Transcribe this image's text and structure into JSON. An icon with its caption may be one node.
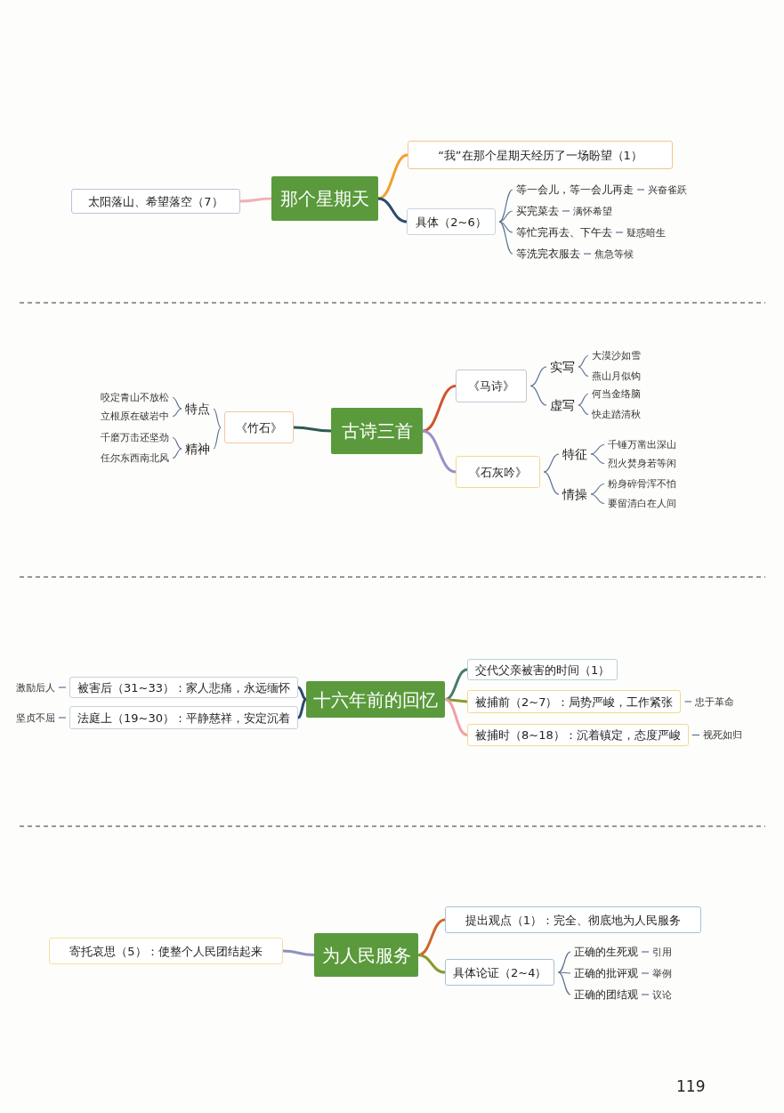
{
  "diagram": {
    "nodes": [
      {
        "text": [
          "那个星期天"
        ]
      },
      {
        "text": [
          "“我”在那个星期天经历了一场盼望（1）"
        ]
      },
      {
        "text": [
          "太阳落山、希望落空（7）"
        ]
      },
      {
        "text": [
          "具体（2~6）"
        ]
      },
      {
        "text": [
          "等一会儿，等一会儿再走"
        ]
      },
      {
        "text": [
          "兴奋雀跃"
        ]
      },
      {
        "text": [
          "买完菜去"
        ]
      },
      {
        "text": [
          "满怀希望"
        ]
      },
      {
        "text": [
          "等忙完再去、下午去"
        ]
      },
      {
        "text": [
          "疑惑暗生"
        ]
      },
      {
        "text": [
          "等洗完衣服去"
        ]
      },
      {
        "text": [
          "焦急等候"
        ]
      },
      {
        "text": [
          "古诗三首"
        ]
      },
      {
        "text": [
          "《马诗》"
        ]
      },
      {
        "text": [
          "实写"
        ]
      },
      {
        "text": [
          "大漠沙如雪"
        ]
      },
      {
        "text": [
          "燕山月似钩"
        ]
      },
      {
        "text": [
          "虚写"
        ]
      },
      {
        "text": [
          "何当金络脑"
        ]
      },
      {
        "text": [
          "快走踏清秋"
        ]
      },
      {
        "text": [
          "《石灰吟》"
        ]
      },
      {
        "text": [
          "特征"
        ]
      },
      {
        "text": [
          "千锤万凿出深山"
        ]
      },
      {
        "text": [
          "烈火焚身若等闲"
        ]
      },
      {
        "text": [
          "情操"
        ]
      },
      {
        "text": [
          "粉身碎骨浑不怕"
        ]
      },
      {
        "text": [
          "要留清白在人间"
        ]
      },
      {
        "text": [
          "《竹石》"
        ]
      },
      {
        "text": [
          "特点"
        ]
      },
      {
        "text": [
          "精神"
        ]
      },
      {
        "text": [
          "咬定青山不放松"
        ]
      },
      {
        "text": [
          "立根原在破岩中"
        ]
      },
      {
        "text": [
          "千磨万击还坚劲"
        ]
      },
      {
        "text": [
          "任尔东西南北风"
        ]
      },
      {
        "text": [
          "十六年前的回忆"
        ]
      },
      {
        "text": [
          "交代父亲被害的时间（1）"
        ]
      },
      {
        "text": [
          "被捕前（2~7）：局势严峻，工作紧张"
        ]
      },
      {
        "text": [
          "忠于革命"
        ]
      },
      {
        "text": [
          "被捕时（8~18）：沉着镇定，态度严峻"
        ]
      },
      {
        "text": [
          "视死如归"
        ]
      },
      {
        "text": [
          "被害后（31~33）：家人悲痛，永远缅怀"
        ]
      },
      {
        "text": [
          "激励后人"
        ]
      },
      {
        "text": [
          "法庭上（19~30）：平静慈祥，安定沉着"
        ]
      },
      {
        "text": [
          "坚贞不屈"
        ]
      },
      {
        "text": [
          "为人民服务"
        ]
      },
      {
        "text": [
          "提出观点（1）：完全、彻底地为人民服务"
        ]
      },
      {
        "text": [
          "寄托哀思（5）：使整个人民团结起来"
        ]
      },
      {
        "text": [
          "具体论证（2~4）"
        ]
      },
      {
        "text": [
          "正确的生死观"
        ]
      },
      {
        "text": [
          "引用"
        ]
      },
      {
        "text": [
          "正确的批评观"
        ]
      },
      {
        "text": [
          "举例"
        ]
      },
      {
        "text": [
          "正确的团结观"
        ]
      },
      {
        "text": [
          "议论"
        ]
      }
    ],
    "edges": [
      {
        "from": 0,
        "to": 1,
        "arrow": "none",
        "color": "#f0a030"
      },
      {
        "from": 0,
        "to": 2,
        "arrow": "none",
        "color": "#f0b0b8"
      },
      {
        "from": 0,
        "to": 3,
        "arrow": "none",
        "color": "#2c4a6e"
      },
      {
        "from": 3,
        "to": 4,
        "arrow": "none"
      },
      {
        "from": 3,
        "to": 6,
        "arrow": "none"
      },
      {
        "from": 3,
        "to": 8,
        "arrow": "none"
      },
      {
        "from": 3,
        "to": 10,
        "arrow": "none"
      },
      {
        "from": 4,
        "to": 5,
        "arrow": "none"
      },
      {
        "from": 6,
        "to": 7,
        "arrow": "none"
      },
      {
        "from": 8,
        "to": 9,
        "arrow": "none"
      },
      {
        "from": 10,
        "to": 11,
        "arrow": "none"
      },
      {
        "from": 12,
        "to": 13,
        "arrow": "none",
        "color": "#d0552a"
      },
      {
        "from": 13,
        "to": 14,
        "arrow": "none"
      },
      {
        "from": 13,
        "to": 17,
        "arrow": "none"
      },
      {
        "from": 14,
        "to": 15,
        "arrow": "none"
      },
      {
        "from": 14,
        "to": 16,
        "arrow": "none"
      },
      {
        "from": 17,
        "to": 18,
        "arrow": "none"
      },
      {
        "from": 17,
        "to": 19,
        "arrow": "none"
      },
      {
        "from": 12,
        "to": 20,
        "arrow": "none",
        "color": "#9a90c8"
      },
      {
        "from": 20,
        "to": 21,
        "arrow": "none"
      },
      {
        "from": 20,
        "to": 24,
        "arrow": "none"
      },
      {
        "from": 21,
        "to": 22,
        "arrow": "none"
      },
      {
        "from": 21,
        "to": 23,
        "arrow": "none"
      },
      {
        "from": 24,
        "to": 25,
        "arrow": "none"
      },
      {
        "from": 24,
        "to": 26,
        "arrow": "none"
      },
      {
        "from": 12,
        "to": 27,
        "arrow": "none",
        "color": "#2f5a55"
      },
      {
        "from": 27,
        "to": 28,
        "arrow": "none"
      },
      {
        "from": 27,
        "to": 29,
        "arrow": "none"
      },
      {
        "from": 28,
        "to": 30,
        "arrow": "none"
      },
      {
        "from": 28,
        "to": 31,
        "arrow": "none"
      },
      {
        "from": 29,
        "to": 32,
        "arrow": "none"
      },
      {
        "from": 29,
        "to": 33,
        "arrow": "none"
      },
      {
        "from": 34,
        "to": 35,
        "arrow": "none",
        "color": "#4a7a70"
      },
      {
        "from": 34,
        "to": 36,
        "arrow": "none",
        "color": "#8a9a30"
      },
      {
        "from": 36,
        "to": 37,
        "arrow": "none"
      },
      {
        "from": 34,
        "to": 38,
        "arrow": "none",
        "color": "#f0a0a8"
      },
      {
        "from": 38,
        "to": 39,
        "arrow": "none"
      },
      {
        "from": 34,
        "to": 40,
        "arrow": "none",
        "color": "#2c4a6e"
      },
      {
        "from": 40,
        "to": 41,
        "arrow": "none"
      },
      {
        "from": 34,
        "to": 42,
        "arrow": "none",
        "color": "#2c4a6e"
      },
      {
        "from": 42,
        "to": 43,
        "arrow": "none"
      },
      {
        "from": 44,
        "to": 45,
        "arrow": "none",
        "color": "#d0652a"
      },
      {
        "from": 44,
        "to": 46,
        "arrow": "none",
        "color": "#9090c0"
      },
      {
        "from": 44,
        "to": 47,
        "arrow": "none",
        "color": "#8a9a30"
      },
      {
        "from": 47,
        "to": 48,
        "arrow": "none"
      },
      {
        "from": 47,
        "to": 50,
        "arrow": "none"
      },
      {
        "from": 47,
        "to": 52,
        "arrow": "none"
      },
      {
        "from": 48,
        "to": 49,
        "arrow": "none"
      },
      {
        "from": 50,
        "to": 51,
        "arrow": "none"
      },
      {
        "from": 52,
        "to": 53,
        "arrow": "none"
      }
    ],
    "labels": [
      "119"
    ]
  }
}
